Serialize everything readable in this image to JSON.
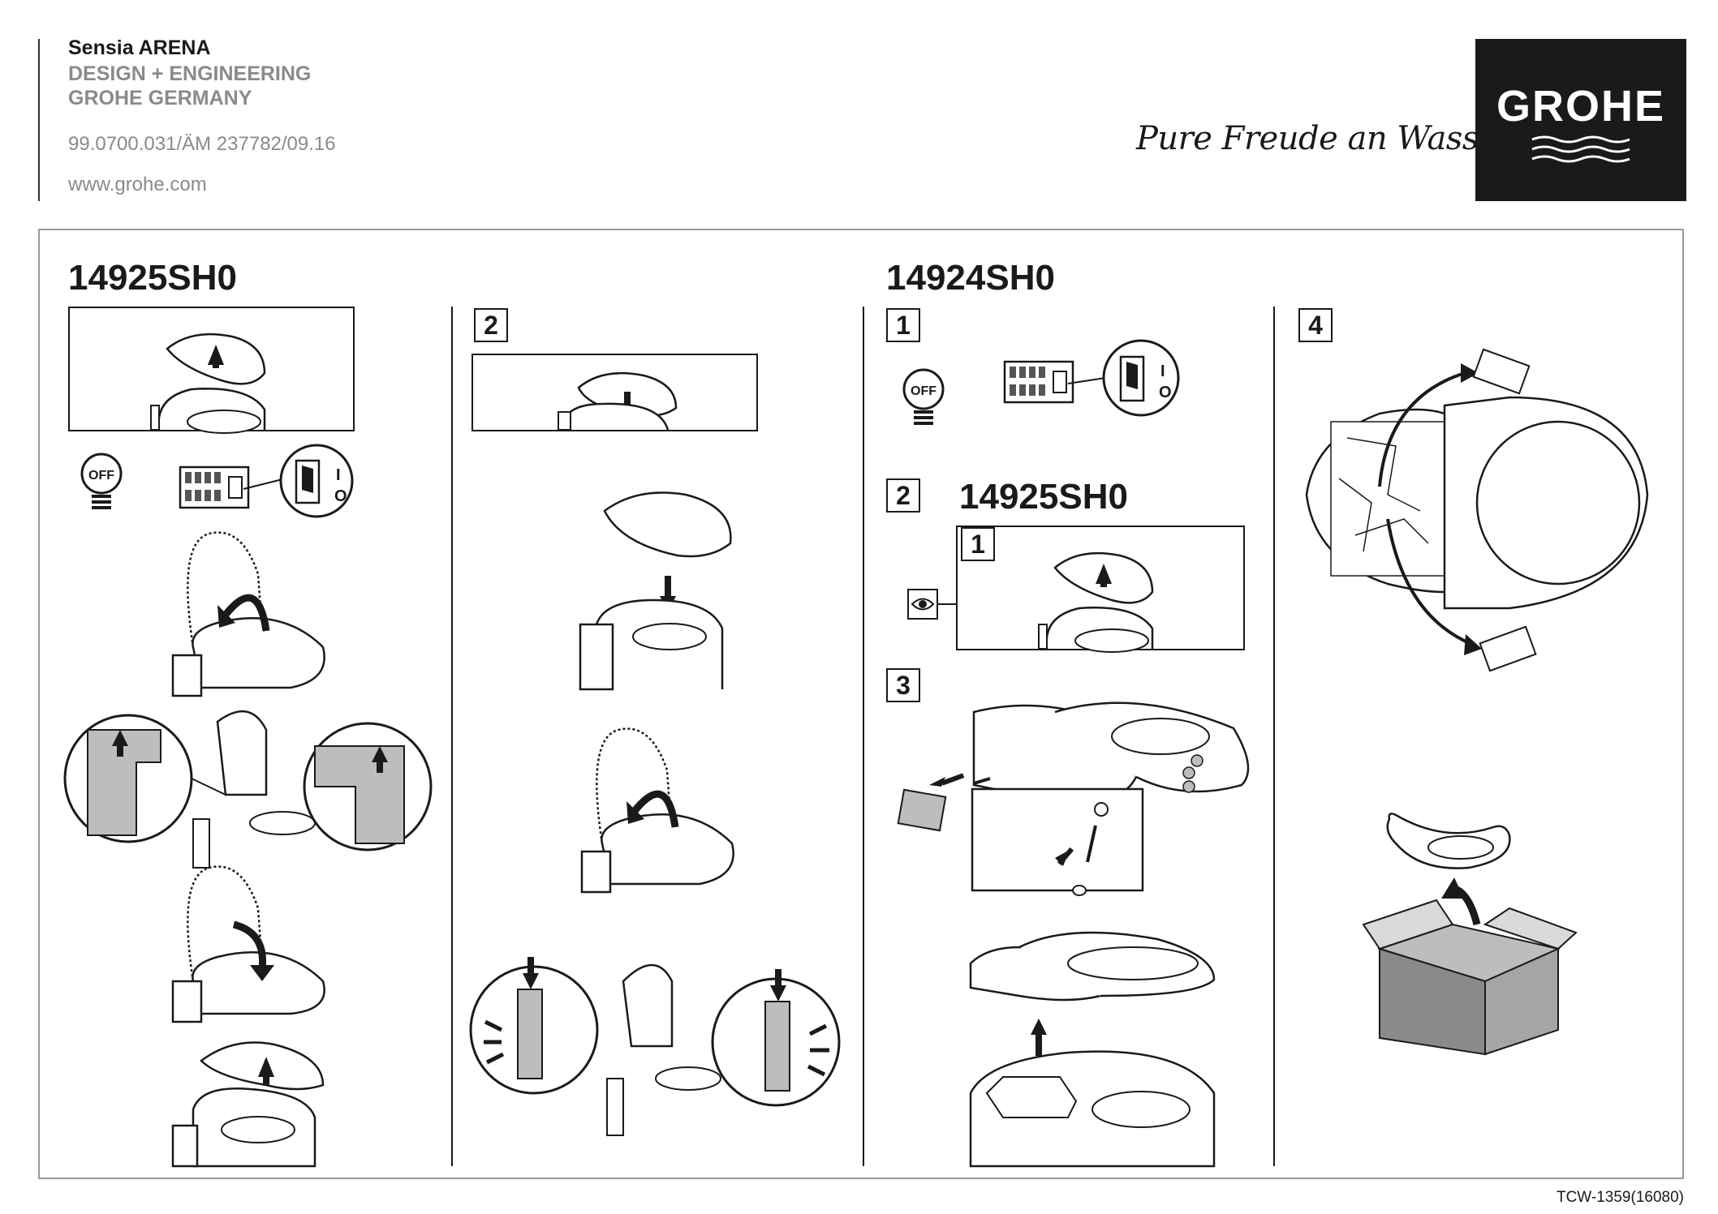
{
  "header": {
    "product": "Sensia ARENA",
    "line2": "DESIGN + ENGINEERING",
    "line3": "GROHE GERMANY",
    "doc_number": "99.0700.031/ÄM 237782/09.16",
    "website": "www.grohe.com",
    "slogan": "Pure Freude an Wasser",
    "logo": "GROHE"
  },
  "models": {
    "left": "14925SH0",
    "right": "14924SH0",
    "sub": "14925SH0"
  },
  "steps": {
    "s1": "1",
    "s2": "2",
    "s3": "3",
    "s4": "4"
  },
  "icons": {
    "bulb_label": "OFF",
    "switch_on": "I",
    "switch_off": "O"
  },
  "footer": {
    "code": "TCW-1359(16080)"
  }
}
